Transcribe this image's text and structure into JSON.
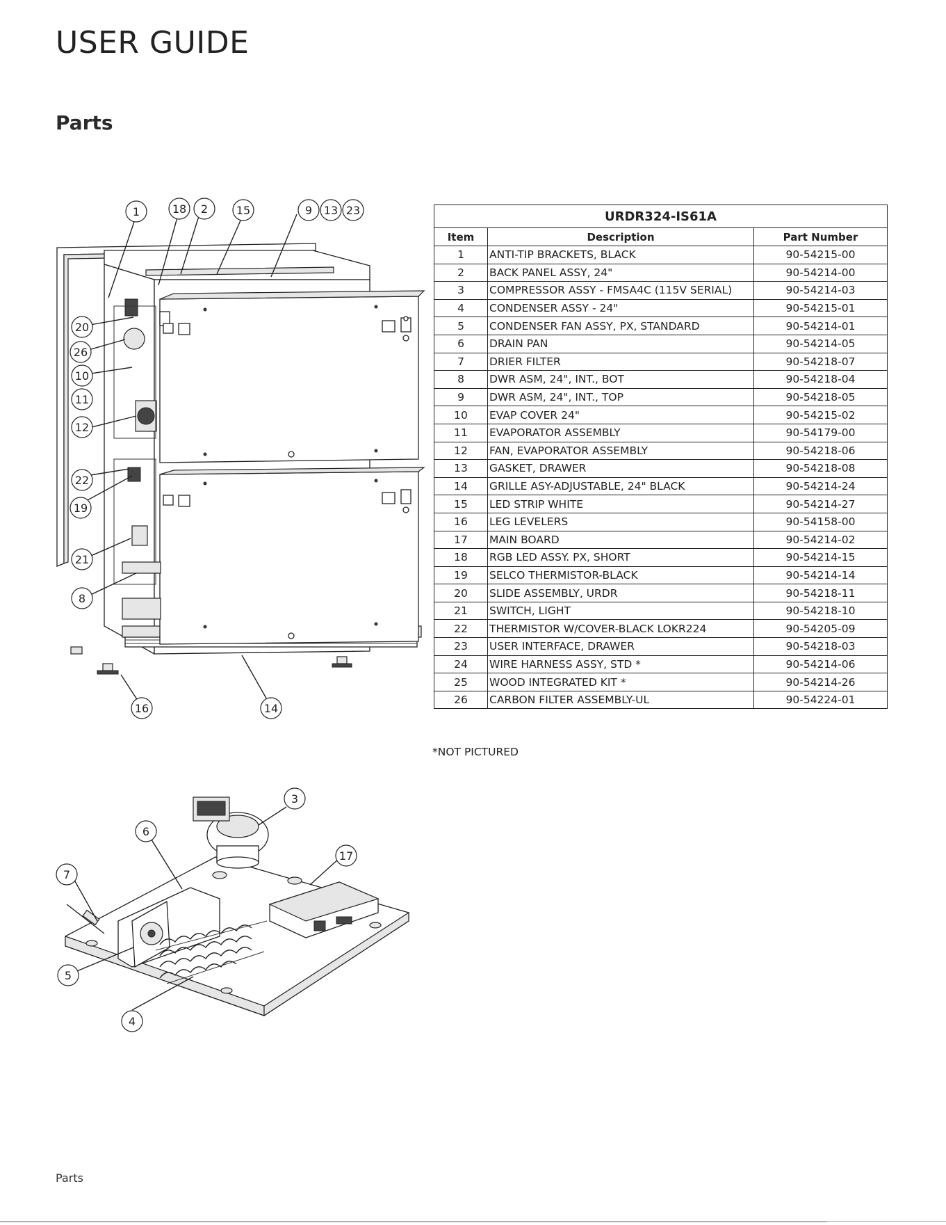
{
  "header": {
    "title": "USER GUIDE"
  },
  "section": {
    "title": "Parts"
  },
  "table": {
    "model": "URDR324-IS61A",
    "columns": [
      "Item",
      "Description",
      "Part Number"
    ],
    "rows": [
      {
        "item": "1",
        "description": "ANTI-TIP BRACKETS, BLACK",
        "part_number": "90-54215-00"
      },
      {
        "item": "2",
        "description": "BACK PANEL ASSY, 24\"",
        "part_number": "90-54214-00"
      },
      {
        "item": "3",
        "description": "COMPRESSOR ASSY - FMSA4C (115V SERIAL)",
        "part_number": "90-54214-03"
      },
      {
        "item": "4",
        "description": "CONDENSER ASSY - 24\"",
        "part_number": "90-54215-01"
      },
      {
        "item": "5",
        "description": "CONDENSER FAN ASSY, PX, STANDARD",
        "part_number": "90-54214-01"
      },
      {
        "item": "6",
        "description": "DRAIN PAN",
        "part_number": "90-54214-05"
      },
      {
        "item": "7",
        "description": "DRIER FILTER",
        "part_number": "90-54218-07"
      },
      {
        "item": "8",
        "description": "DWR ASM, 24\", INT., BOT",
        "part_number": "90-54218-04"
      },
      {
        "item": "9",
        "description": "DWR ASM, 24\", INT., TOP",
        "part_number": "90-54218-05"
      },
      {
        "item": "10",
        "description": "EVAP COVER 24\"",
        "part_number": "90-54215-02"
      },
      {
        "item": "11",
        "description": "EVAPORATOR ASSEMBLY",
        "part_number": "90-54179-00"
      },
      {
        "item": "12",
        "description": "FAN, EVAPORATOR ASSEMBLY",
        "part_number": "90-54218-06"
      },
      {
        "item": "13",
        "description": "GASKET, DRAWER",
        "part_number": "90-54218-08"
      },
      {
        "item": "14",
        "description": "GRILLE ASY-ADJUSTABLE, 24\" BLACK",
        "part_number": "90-54214-24"
      },
      {
        "item": "15",
        "description": "LED STRIP WHITE",
        "part_number": "90-54214-27"
      },
      {
        "item": "16",
        "description": "LEG LEVELERS",
        "part_number": "90-54158-00"
      },
      {
        "item": "17",
        "description": "MAIN BOARD",
        "part_number": "90-54214-02"
      },
      {
        "item": "18",
        "description": "RGB LED ASSY. PX, SHORT",
        "part_number": "90-54214-15"
      },
      {
        "item": "19",
        "description": "SELCO THERMISTOR-BLACK",
        "part_number": "90-54214-14"
      },
      {
        "item": "20",
        "description": "SLIDE ASSEMBLY, URDR",
        "part_number": "90-54218-11"
      },
      {
        "item": "21",
        "description": "SWITCH, LIGHT",
        "part_number": "90-54218-10"
      },
      {
        "item": "22",
        "description": "THERMISTOR W/COVER-BLACK LOKR224",
        "part_number": "90-54205-09"
      },
      {
        "item": "23",
        "description": "USER INTERFACE, DRAWER",
        "part_number": "90-54218-03"
      },
      {
        "item": "24",
        "description": "WIRE HARNESS ASSY, STD *",
        "part_number": "90-54214-06"
      },
      {
        "item": "25",
        "description": "WOOD INTEGRATED KIT *",
        "part_number": "90-54214-26"
      },
      {
        "item": "26",
        "description": "CARBON FILTER ASSEMBLY-UL",
        "part_number": "90-54224-01"
      }
    ]
  },
  "footnote": "*NOT PICTURED",
  "diagram_main": {
    "callouts": [
      "1",
      "18",
      "2",
      "15",
      "9",
      "13",
      "23",
      "20",
      "26",
      "10",
      "11",
      "12",
      "22",
      "19",
      "21",
      "8",
      "16",
      "14"
    ]
  },
  "diagram_base": {
    "callouts": [
      "3",
      "6",
      "17",
      "7",
      "5",
      "4"
    ]
  },
  "footer": {
    "label": "Parts"
  }
}
